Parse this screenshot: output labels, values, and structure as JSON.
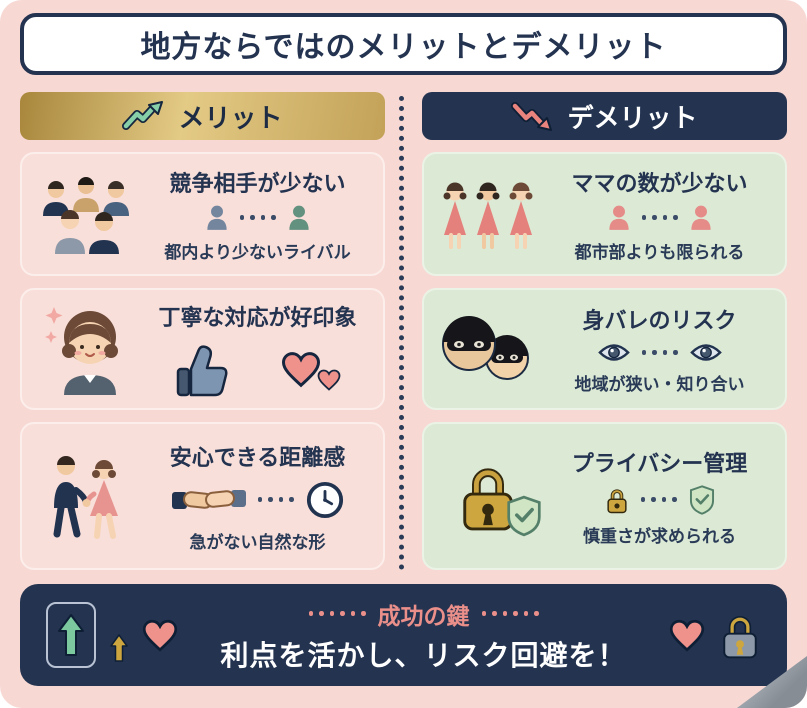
{
  "title": "地方ならではのメリットとデメリット",
  "merit": {
    "header": "メリット",
    "cards": [
      {
        "title": "競争相手が少ない",
        "subtext": "都内より少ないライバル"
      },
      {
        "title": "丁寧な対応が好印象"
      },
      {
        "title": "安心できる距離感",
        "subtext": "急がない自然な形"
      }
    ]
  },
  "demerit": {
    "header": "デメリット",
    "cards": [
      {
        "title": "ママの数が少ない",
        "subtext": "都市部よりも限られる"
      },
      {
        "title": "身バレのリスク",
        "subtext": "地域が狭い・知り合い"
      },
      {
        "title": "プライバシー管理",
        "subtext": "慎重さが求められる"
      }
    ]
  },
  "footer": {
    "label": "成功の鍵",
    "message": "利点を活かし、リスク回避を！"
  },
  "colors": {
    "background": "#f7d8d3",
    "navy": "#233350",
    "gold": "#c9a23f",
    "salmon": "#ef928c",
    "green": "#87cfa9",
    "card_pink": "#f9dfda",
    "card_green": "#dcead5"
  }
}
